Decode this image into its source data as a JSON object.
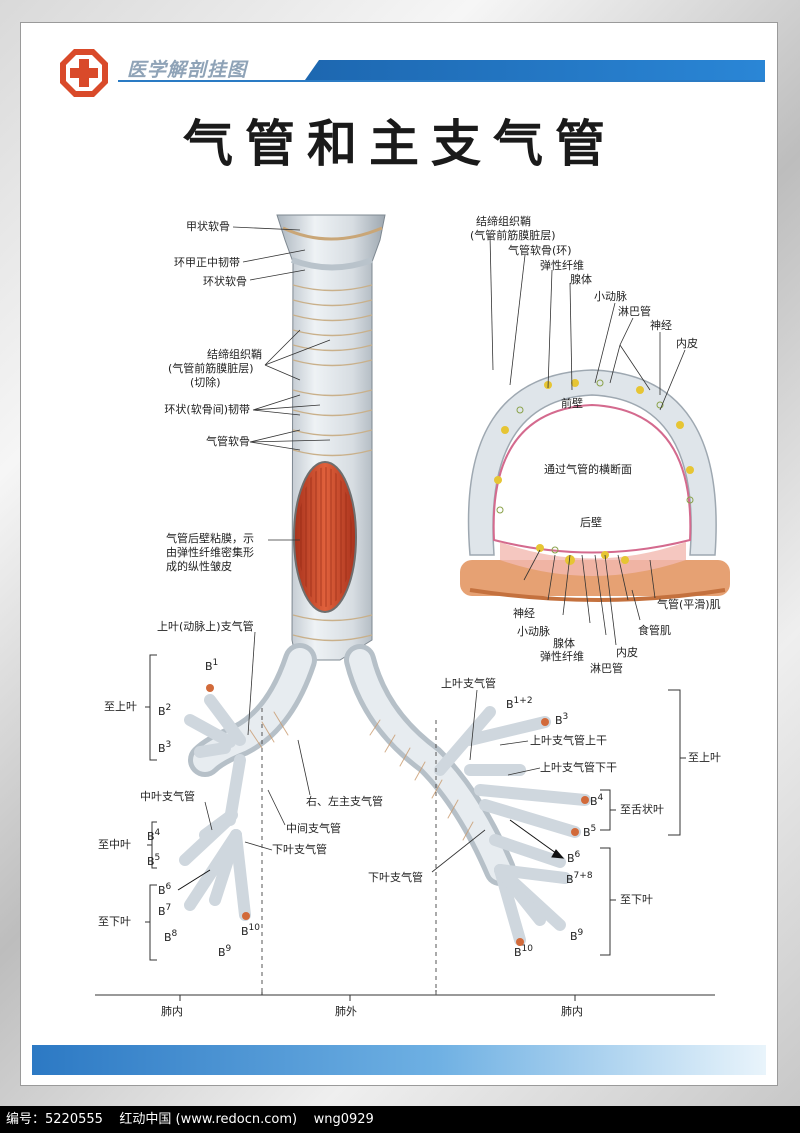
{
  "header": {
    "series": "医学解剖挂图",
    "title": "气管和主支气管"
  },
  "footer": {
    "info": "编号：5220555    红动中国 (www.redocn.com)    wng0929"
  },
  "colors": {
    "accent": "#2a7bc4",
    "logo": "#d94a2a",
    "muscle": "#c8472a",
    "cartilage": "#dfe5ea"
  },
  "left": {
    "thyroid": "甲状软骨",
    "cricothyroid": "环甲正中韧带",
    "cricoid": "环状软骨",
    "sheath1": "结缔组织鞘",
    "sheath2": "(气管前筋膜脏层)",
    "sheath3": "(切除)",
    "annular": "环状(软骨间)韧带",
    "cartilage": "气管软骨",
    "mucosa1": "气管后壁粘膜，示",
    "mucosa2": "由弹性纤维密集形",
    "mucosa3": "成的纵性皱皮",
    "upper_lobe_art": "上叶(动脉上)支气管",
    "to_upper": "至上叶",
    "middle_lobe": "中叶支气管",
    "to_middle": "至中叶",
    "to_lower": "至下叶",
    "intermediate": "中间支气管",
    "lower_lobe": "下叶支气管",
    "main_bronchi": "右、左主支气管",
    "b1": "B",
    "b1s": "1",
    "b2": "B",
    "b2s": "2",
    "b3": "B",
    "b3s": "3",
    "b4": "B",
    "b4s": "4",
    "b5": "B",
    "b5s": "5",
    "b6": "B",
    "b6s": "6",
    "b7": "B",
    "b7s": "7",
    "b8": "B",
    "b8s": "8",
    "b9": "B",
    "b9s": "9",
    "b10": "B",
    "b10s": "10"
  },
  "cross": {
    "sheath1": "结缔组织鞘",
    "sheath2": "(气管前筋膜脏层)",
    "cartilage_ring": "气管软骨(环)",
    "elastic": "弹性纤维",
    "gland": "腺体",
    "small_artery": "小动脉",
    "lymph": "淋巴管",
    "nerve": "神经",
    "mucosa": "内皮",
    "anterior": "前壁",
    "center": "通过气管的横断面",
    "posterior": "后壁",
    "b_nerve": "神经",
    "b_small_artery": "小动脉",
    "b_gland": "腺体",
    "b_elastic": "弹性纤维",
    "b_lymph": "淋巴管",
    "b_mucosa": "内皮",
    "b_esoph": "食管肌",
    "b_smooth": "气管(平滑)肌"
  },
  "right": {
    "upper_lobe": "上叶支气管",
    "upper_sup": "上叶支气管上干",
    "upper_inf": "上叶支气管下干",
    "to_upper": "至上叶",
    "to_lingula": "至舌状叶",
    "to_lower": "至下叶",
    "lower_lobe": "下叶支气管",
    "b12": "B",
    "b12s": "1+2",
    "b3": "B",
    "b3s": "3",
    "b4": "B",
    "b4s": "4",
    "b5": "B",
    "b5s": "5",
    "b6": "B",
    "b6s": "6",
    "b78": "B",
    "b78s": "7+8",
    "b9": "B",
    "b9s": "9",
    "b10": "B",
    "b10s": "10"
  },
  "bottom": {
    "intra_left": "肺内",
    "extra": "肺外",
    "intra_right": "肺内"
  }
}
